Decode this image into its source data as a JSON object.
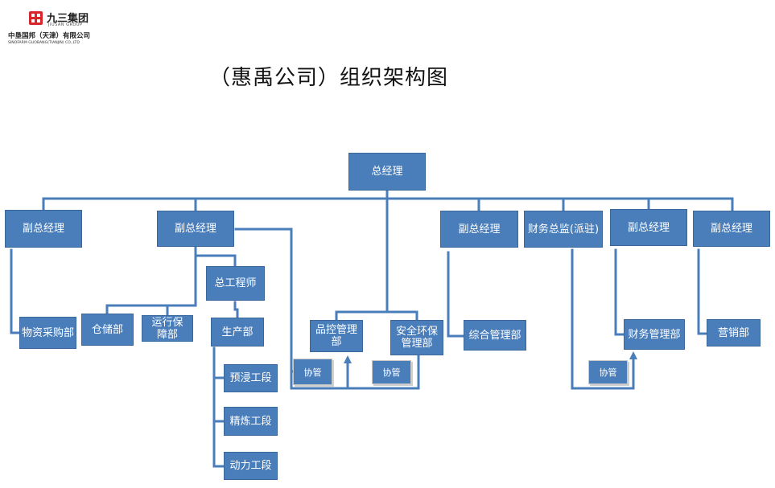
{
  "logo": {
    "brand_name": "九三集团",
    "brand_en": "JIUSAN GROUP",
    "company_cn": "中垦国邦（天津）有限公司",
    "company_en": "SINOFARM GUOBANG(TIANJIN) CO.,LTD"
  },
  "title": "（惠禹公司）组织架构图",
  "nodes": {
    "general_manager": "总经理",
    "vgm_1": "副总经理",
    "vgm_2": "副总经理",
    "chief_engineer": "总工程师",
    "quality_control": "品控管理部",
    "safety_env": "安全环保管理部",
    "vgm_3": "副总经理",
    "finance_director": "财务总监(派驻)",
    "vgm_4": "副总经理",
    "vgm_5": "副总经理",
    "purchasing": "物资采购部",
    "warehouse": "仓储部",
    "operations_support": "运行保障部",
    "production": "生产部",
    "pre_soak": "预浸工段",
    "refining": "精炼工段",
    "power": "动力工段",
    "general_admin": "综合管理部",
    "finance_dept": "财务管理部",
    "sales": "营销部"
  },
  "assist": {
    "assist_1": "协管",
    "assist_2": "协管",
    "assist_3": "协管"
  },
  "colors": {
    "box_fill": "#4a7ebb",
    "line": "#4a7ebb",
    "text_on_box": "#ffffff"
  }
}
